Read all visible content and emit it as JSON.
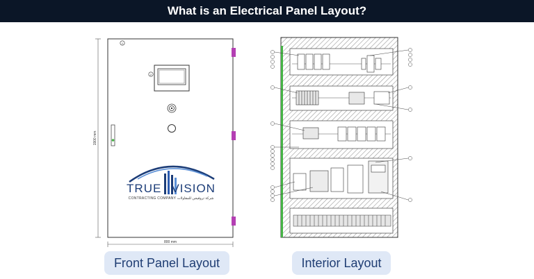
{
  "header": {
    "title": "What is an Electrical Panel Layout?"
  },
  "front_panel": {
    "height_label": "1900 mm",
    "width_label": "800 mm",
    "callout_1": "1",
    "callout_2": "2",
    "caption": "Front Panel Layout"
  },
  "logo": {
    "word_1": "TRUE",
    "word_2": "VISION",
    "sub_en": "CONTRACTING COMPANY",
    "sub_ar": "شركة تروفيجن للمقاولات"
  },
  "interior": {
    "caption": "Interior Layout"
  },
  "colors": {
    "header_bg": "#0b1627",
    "pill_bg": "#dfe8f6",
    "pill_text": "#1f3d73",
    "logo_blue": "#1c3d78",
    "hinge_magenta": "#b43fb3",
    "handle_green": "#46b446"
  }
}
